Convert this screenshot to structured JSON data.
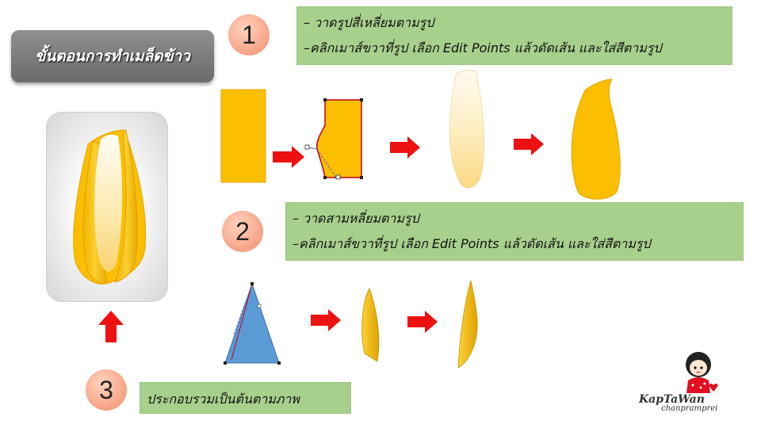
{
  "title": "ขั้นตอนการทำเมล็ดข้าว",
  "steps": [
    {
      "number": "1",
      "lines": [
        "– วาดรูปสี่เหลี่ยมตามรูป",
        "–คลิกเมาส์ขวาที่รูป เลือก Edit Points แล้วดัดเส้น และใส่สีตามรูป"
      ]
    },
    {
      "number": "2",
      "lines": [
        "– วาดสามหลี่ยมตามรูป",
        "–คลิกเมาส์ขวาที่รูป เลือก Edit Points แล้วดัดเส้น และใส่สีตามรูป"
      ]
    },
    {
      "number": "3",
      "lines": [
        "ประกอบรวมเป็นต้นตามภาพ"
      ]
    }
  ],
  "logo": {
    "name": "KapTaWan",
    "subtitle": "chanpramprei"
  },
  "colors": {
    "petal": "#fbbe00",
    "triangle": "#5b9bd5",
    "arrow": "#ee1111",
    "note_bg": "#a8d08d",
    "number_bg": "#f7a98d"
  }
}
